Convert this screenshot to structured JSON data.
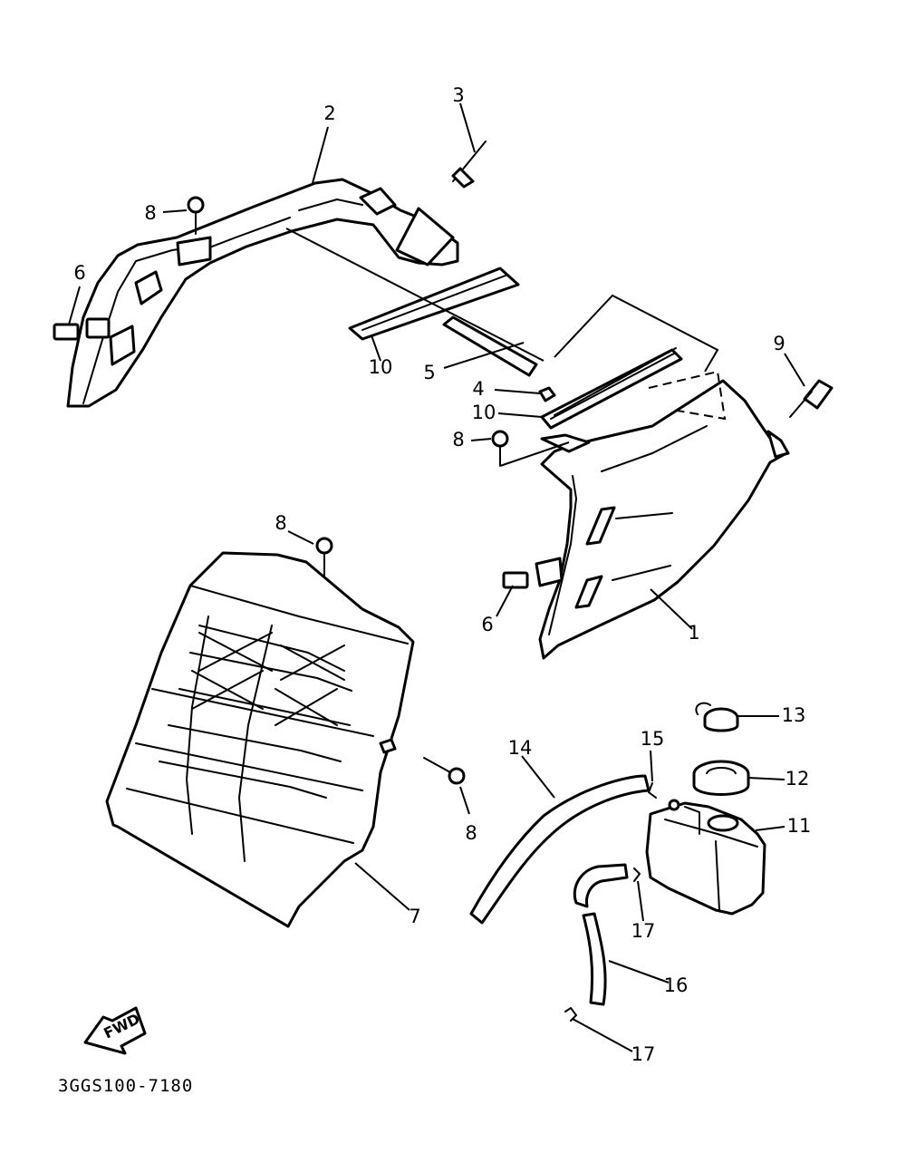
{
  "diagram_code": "3GGS100-7180",
  "fwd_label": "FWD",
  "callouts": {
    "c1": "1",
    "c2": "2",
    "c3": "3",
    "c4": "4",
    "c5": "5",
    "c6a": "6",
    "c6b": "6",
    "c7": "7",
    "c8a": "8",
    "c8b": "8",
    "c8c": "8",
    "c8d": "8",
    "c9": "9",
    "c10a": "10",
    "c10b": "10",
    "c11": "11",
    "c12": "12",
    "c13": "13",
    "c14": "14",
    "c15": "15",
    "c16": "16",
    "c17a": "17",
    "c17b": "17"
  }
}
